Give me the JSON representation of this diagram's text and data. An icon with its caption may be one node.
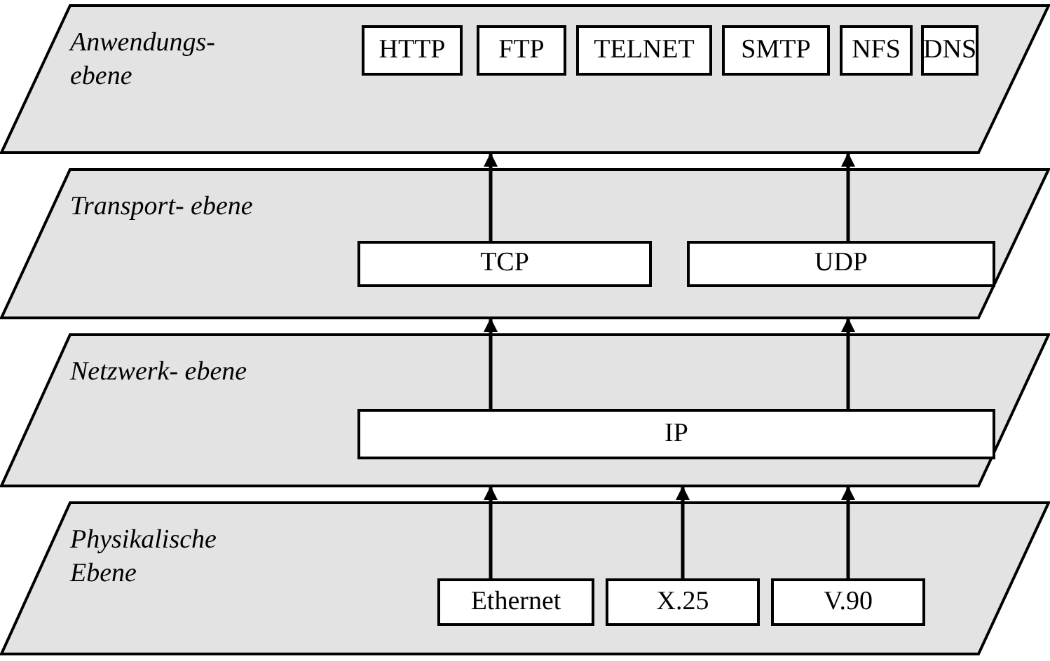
{
  "diagram": {
    "nodes": [
      {
        "text": [
          "Anwendungs- ebene"
        ]
      },
      {
        "text": [
          "HTTP"
        ],
        "in": 0
      },
      {
        "text": [
          "FTP"
        ],
        "in": 0
      },
      {
        "text": [
          "TELNET"
        ],
        "in": 0
      },
      {
        "text": [
          "SMTP"
        ],
        "in": 0
      },
      {
        "text": [
          "NFS"
        ],
        "in": 0
      },
      {
        "text": [
          "DNS"
        ],
        "in": 0
      },
      {
        "text": [
          "Transport- ebene"
        ]
      },
      {
        "text": [
          "TCP"
        ],
        "in": 7
      },
      {
        "text": [
          "UDP"
        ],
        "in": 7
      },
      {
        "text": [
          "Netzwerk- ebene"
        ]
      },
      {
        "text": [
          "IP"
        ],
        "in": 10
      },
      {
        "text": [
          "Physikalische Ebene"
        ]
      },
      {
        "text": [
          "Ethernet"
        ],
        "in": 12
      },
      {
        "text": [
          "X.25"
        ],
        "in": 12
      },
      {
        "text": [
          "V.90"
        ],
        "in": 12
      }
    ],
    "edges": [
      {
        "from": 8,
        "to": 0,
        "arrow": "to"
      },
      {
        "from": 9,
        "to": 0,
        "arrow": "to"
      },
      {
        "from": 11,
        "to": 7,
        "arrow": "to"
      },
      {
        "from": 11,
        "to": 7,
        "arrow": "to"
      },
      {
        "from": 13,
        "to": 10,
        "arrow": "to"
      },
      {
        "from": 14,
        "to": 10,
        "arrow": "to"
      },
      {
        "from": 15,
        "to": 10,
        "arrow": "to"
      }
    ]
  }
}
